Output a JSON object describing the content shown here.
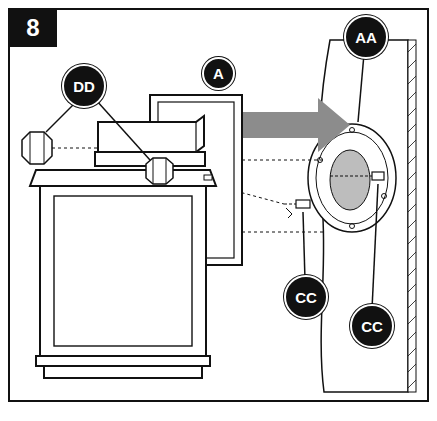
{
  "diagram": {
    "labels": [
      "8",
      "DD",
      "A",
      "AA",
      "CC",
      "CC"
    ]
  }
}
